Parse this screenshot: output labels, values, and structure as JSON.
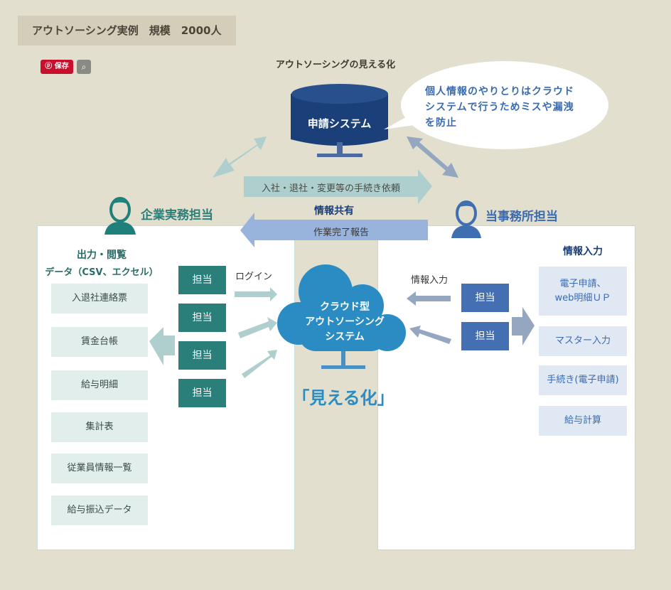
{
  "title": "アウトソーシング実例　規模　2000人",
  "pinterest": {
    "save_label": "保存"
  },
  "diagram_title": "アウトソーシングの見える化",
  "server_label": "申請システム",
  "bubble": [
    "個人情報のやりとりはクラウド",
    "システムで行うためミスや漏洩",
    "を防止"
  ],
  "request_arrow": "入社・退社・変更等の手続き依頼",
  "info_share": "情報共有",
  "report_arrow": "作業完了報告",
  "left": {
    "heading": "企業実務担当",
    "sub1": "出力・閲覧",
    "sub2": "データ（CSV、エクセル）",
    "items": [
      "入退社連絡票",
      "賃金台帳",
      "給与明細",
      "集計表",
      "従業員情報一覧",
      "給与振込データ"
    ],
    "staff": [
      "担当",
      "担当",
      "担当",
      "担当"
    ],
    "login": "ログイン"
  },
  "cloud": {
    "lines": [
      "クラウド型",
      "アウトソーシング",
      "システム"
    ],
    "caption": "「見える化」"
  },
  "right": {
    "heading": "当事務所担当",
    "input_label": "情報入力",
    "list_heading": "情報入力",
    "staff": [
      "担当",
      "担当"
    ],
    "items": [
      "電子申請、\nweb明細ＵＰ",
      "マスター入力",
      "手続き(電子申請)",
      "給与計算"
    ]
  },
  "colors": {
    "teal": "#2b7f7a",
    "navy": "#1b3f78",
    "blue": "#4470b3",
    "cloud": "#2b8cc4"
  }
}
